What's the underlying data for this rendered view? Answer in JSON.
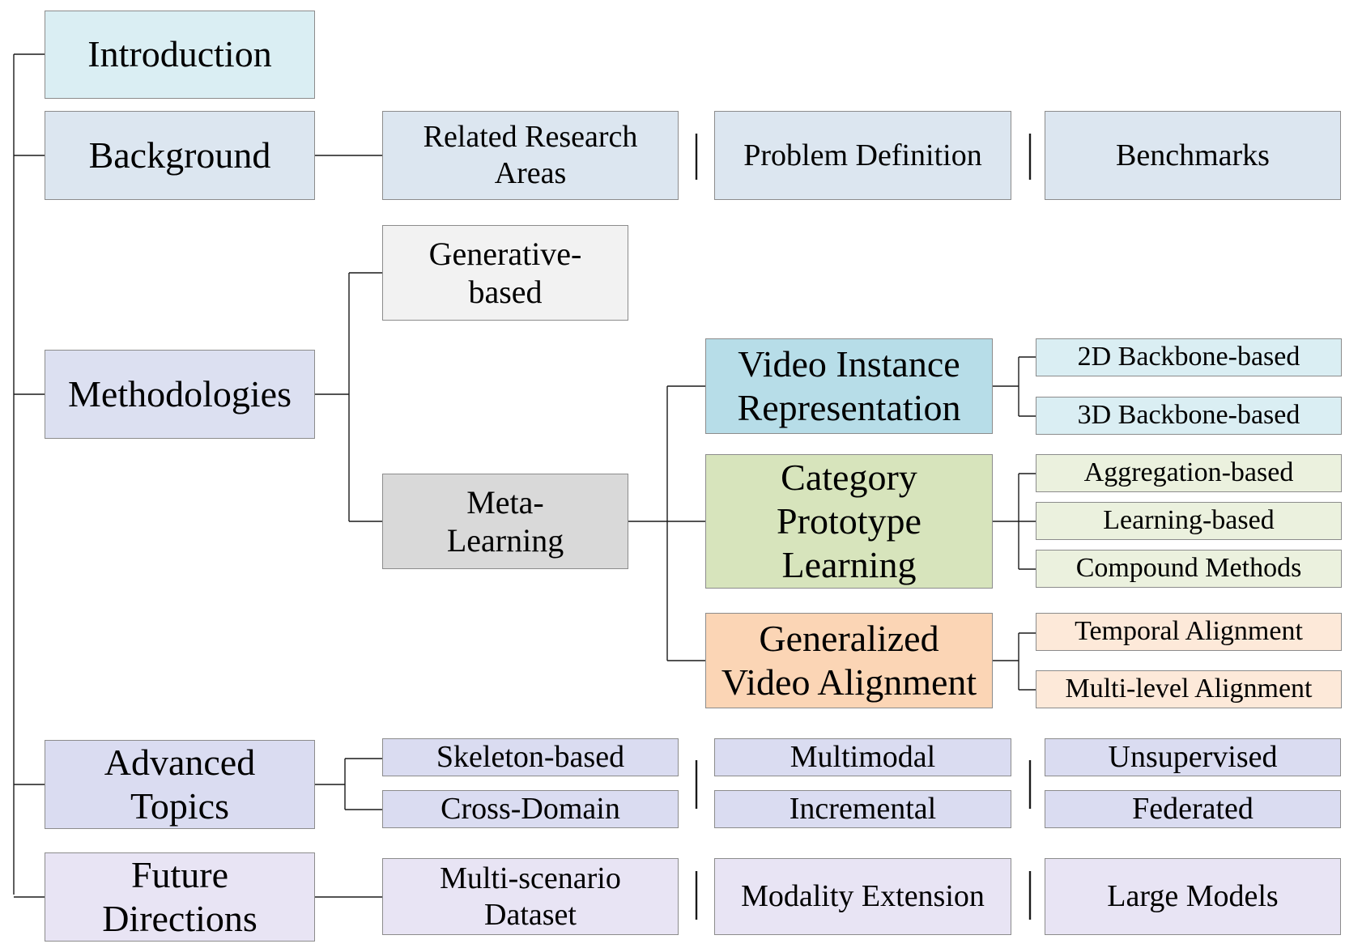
{
  "colors": {
    "introduction": "#daeef3",
    "background": "#dce6f0",
    "methodologies": "#dce0f1",
    "generative": "#f2f2f2",
    "meta": "#d9d9d9",
    "video_instance": "#b7dde8",
    "video_instance_leaf": "#daeef3",
    "category": "#d7e4bc",
    "category_leaf": "#ebf1de",
    "alignment": "#fbd5b5",
    "alignment_leaf": "#fde9d9",
    "advanced": "#dadcf1",
    "future": "#e8e4f4",
    "line": "#1a1a1a",
    "border": "#8c8c8c"
  },
  "sections": {
    "introduction": "Introduction",
    "background": "Background",
    "methodologies": "Methodologies",
    "advanced": "Advanced\nTopics",
    "future": "Future\nDirections"
  },
  "background_items": [
    "Related  Research\nAreas",
    "Problem Definition",
    "Benchmarks"
  ],
  "methodologies": {
    "generative": "Generative-\nbased",
    "meta": "Meta-\nLearning",
    "video_instance": {
      "label": "Video Instance\nRepresentation",
      "children": [
        "2D Backbone-based",
        "3D Backbone-based"
      ]
    },
    "category_prototype": {
      "label": "Category\nPrototype\nLearning",
      "children": [
        "Aggregation-based",
        "Learning-based",
        "Compound Methods"
      ]
    },
    "video_alignment": {
      "label": "Generalized\nVideo Alignment",
      "children": [
        "Temporal Alignment",
        "Multi-level Alignment"
      ]
    }
  },
  "advanced_items": {
    "col1": [
      "Skeleton-based",
      "Cross-Domain"
    ],
    "col2": [
      "Multimodal",
      "Incremental"
    ],
    "col3": [
      "Unsupervised",
      "Federated"
    ]
  },
  "future_items": [
    "Multi-scenario\nDataset",
    "Modality Extension",
    "Large Models"
  ]
}
